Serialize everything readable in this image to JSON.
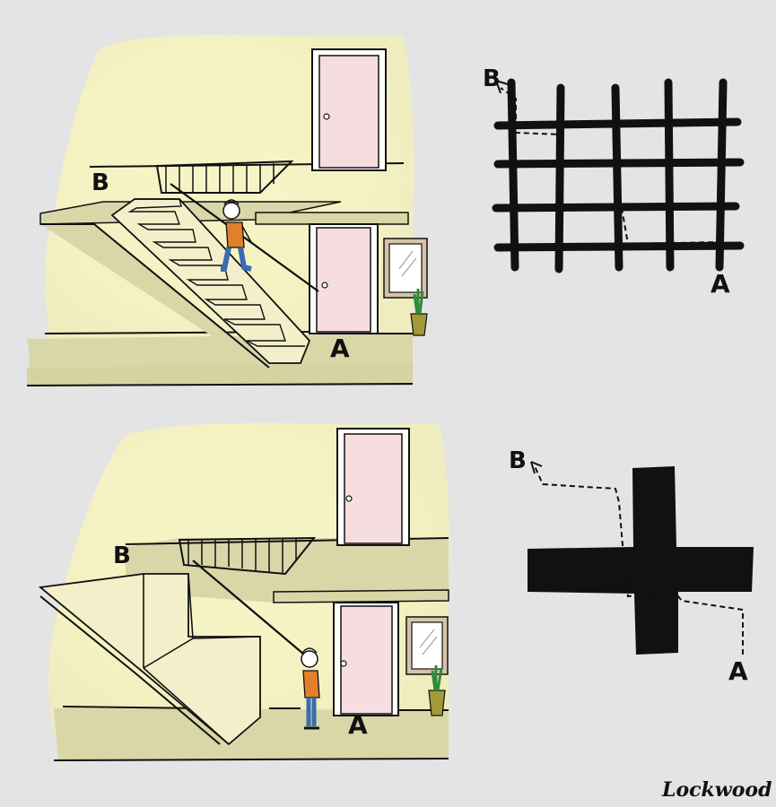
{
  "panels": {
    "top_scene": {
      "label_start": "A",
      "label_end": "B"
    },
    "top_diagram": {
      "label_start": "A",
      "label_end": "B"
    },
    "bottom_scene": {
      "label_start": "A",
      "label_end": "B"
    },
    "bottom_diagram": {
      "label_start": "A",
      "label_end": "B"
    }
  },
  "signature": "Lockwood",
  "colors": {
    "background": "#e4e4e4",
    "wall_glow": "#f4f2c2",
    "floor": "#d9d6a8",
    "door": "#f6dde0",
    "stair": "#f3efca",
    "ink": "#111111",
    "shirt": "#e0802c",
    "pants": "#3b6cb0",
    "plant_pot": "#a39a3a"
  },
  "icons": {
    "person": "person-icon",
    "door": "door-icon",
    "mirror": "mirror-icon",
    "potted_plant": "potted-plant-icon",
    "railing": "railing-icon",
    "grid_map": "grid-map-icon",
    "cross_map": "cross-map-icon",
    "path_arrow": "dashed-arrow-icon"
  }
}
